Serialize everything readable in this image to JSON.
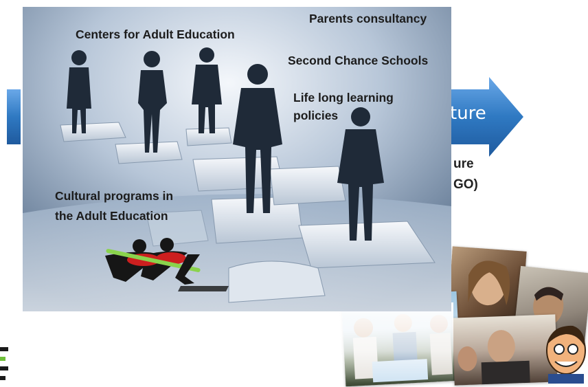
{
  "slide": {
    "labels": {
      "parents_consultancy": "Parents consultancy",
      "centers_adult_education": "Centers for Adult Education",
      "second_chance_schools": "Second Chance Schools",
      "lifelong_learning_line1": "Life long learning",
      "lifelong_learning_line2": "policies",
      "cultural_programs_line1": "Cultural programs in",
      "cultural_programs_line2": "the Adult Education"
    }
  },
  "background": {
    "arrow_text": "ture",
    "partial_label_1": "ure",
    "partial_label_2": "GO)"
  },
  "colors": {
    "arrow_blue": "#2f79c2",
    "slide_blue": "#5e7a9a",
    "accent_red": "#cc1f1f",
    "accent_green": "#8ad34c"
  },
  "icons": [
    "businessman-silhouette-icon",
    "businesswoman-silhouette-icon",
    "puzzle-piece-icon",
    "stick-figures-logo-icon"
  ]
}
